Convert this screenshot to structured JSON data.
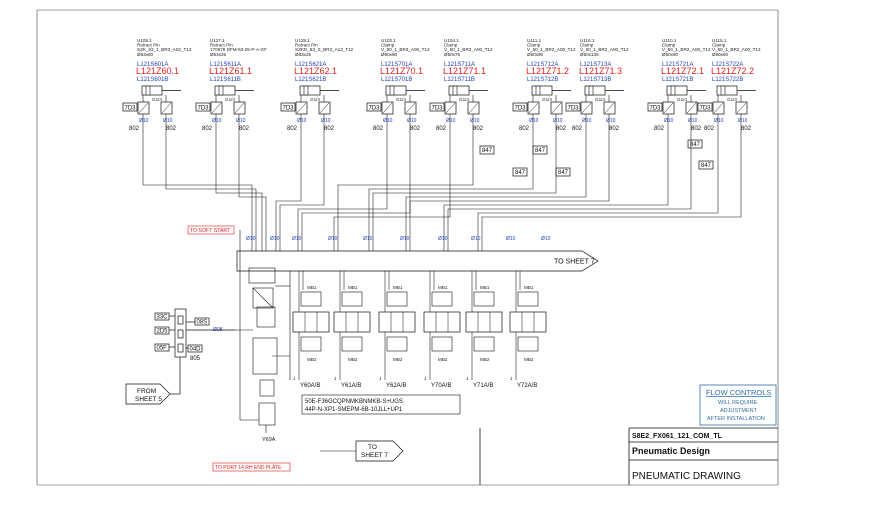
{
  "actuators": [
    {
      "header": [
        "U105.1",
        "Retract Pin",
        "SZK_63_1_BR3_A02_T12",
        "Ø63x60"
      ],
      "sensor_a": "L121S601A",
      "cyl": "L121Z60.1",
      "sensor_b": "L121S601B",
      "valve_l": "7D3",
      "valve_r": "G1/4",
      "dia": "Ø10",
      "size": "802"
    },
    {
      "header": [
        "U127.1",
        "Retract Pin",
        "170878 DFM-63-25-P-A-GF",
        "Ø63x25"
      ],
      "sensor_a": "L121S611A",
      "cyl": "L121Z61.1",
      "sensor_b": "L121S611B",
      "valve_l": "7D3",
      "valve_r": "G1/4",
      "dia": "Ø10",
      "size": "802"
    },
    {
      "header": [
        "U128.1",
        "Retract Pin",
        "SZKD_63_S_BR3_A13_T12",
        "Ø63x25"
      ],
      "sensor_a": "L121S621A",
      "cyl": "L121Z62.1",
      "sensor_b": "L121S621B",
      "valve_l": "7D3",
      "valve_r": "G1/4",
      "dia": "Ø10",
      "size": "802"
    },
    {
      "header": [
        "U103.1",
        "Clamp",
        "V_50_1_BR3_A00_T12",
        "Ø50x90"
      ],
      "sensor_a": "L121S701A",
      "cyl": "L121Z70.1",
      "sensor_b": "L121S701B",
      "valve_l": "7D3",
      "valve_r": "G1/4",
      "dia": "Ø10",
      "size": "802"
    },
    {
      "header": [
        "U104.1",
        "Clamp",
        "V_50_1_BR3_A00_T12",
        "Ø50x75"
      ],
      "sensor_a": "L121S711A",
      "cyl": "L121Z71.1",
      "sensor_b": "L121S711B",
      "valve_l": "7D3",
      "valve_r": "G1/4",
      "dia": "Ø10",
      "size": "802"
    },
    {
      "header": [
        "U111.1",
        "Clamp",
        "V_50_1_BR2_A00_T12",
        "Ø50x90"
      ],
      "sensor_a": "L121S712A",
      "cyl": "L121Z71.2",
      "sensor_b": "L121S712B",
      "valve_l": "7D3",
      "valve_r": "G1/4",
      "dia": "Ø10",
      "size": "802"
    },
    {
      "header": [
        "U116.1",
        "Clamp",
        "V_50_1_BR2_A00_T12",
        "Ø50x135"
      ],
      "sensor_a": "L121S713A",
      "cyl": "L121Z71.3",
      "sensor_b": "L121S713B",
      "valve_l": "7D3",
      "valve_r": "G1/4",
      "dia": "Ø10",
      "size": "802"
    },
    {
      "header": [
        "U110.1",
        "Clamp",
        "V_50_1_BR2_A00_T12",
        "Ø50x90"
      ],
      "sensor_a": "L121S721A",
      "cyl": "L121Z72.1",
      "sensor_b": "L121S721B",
      "valve_l": "7D3",
      "valve_r": "G1/4",
      "dia": "Ø10",
      "size": "802"
    },
    {
      "header": [
        "U115.1",
        "Clamp",
        "V_50_1_BR2_A00_T12",
        "Ø50x60"
      ],
      "sensor_a": "L121S722A",
      "cyl": "L121Z72.2",
      "sensor_b": "L121S722B",
      "valve_l": "7D3",
      "valve_r": "G1/4",
      "dia": "Ø10",
      "size": "802"
    }
  ],
  "junction_label": "847",
  "manifold_dia": "Ø10",
  "valves": [
    {
      "top": "MB1",
      "bottom": "MB2",
      "label": "Y60A/B"
    },
    {
      "top": "MB1",
      "bottom": "MB2",
      "label": "Y61A/B"
    },
    {
      "top": "MB1",
      "bottom": "MB2",
      "label": "Y62A/B"
    },
    {
      "top": "MB1",
      "bottom": "MB2",
      "label": "Y70A/B"
    },
    {
      "top": "MB1",
      "bottom": "MB2",
      "label": "Y71A/B"
    },
    {
      "top": "MB1",
      "bottom": "MB2",
      "label": "Y72A/B"
    }
  ],
  "valve_port_j": "J",
  "to_soft_start": "TO SOFT START",
  "to_sheet_7_right": "TO SHEET 7",
  "to_sheet_7_bottom": "TO SHEET 7",
  "from_sheet_5": "FROM SHEET 5",
  "to_port": "TO PORT 14 RH END PLATE",
  "part_number_lines": [
    "50E-F36GCQPNMKBNMKB-S+UGS",
    "44P-N-XP1-SMEPM-6B-10JLL+UP1"
  ],
  "regulator_label": "Y69A",
  "supply_codes": [
    "33C",
    "2D5",
    "05F"
  ],
  "supply_codes_right": [
    "08S",
    "04D"
  ],
  "supply_size": "805",
  "fitting_dia": "Ø08",
  "flow_controls": {
    "title": "FLOW CONTROLS",
    "lines": [
      "WILL REQUIRE",
      "ADJUSTMENT",
      "AFTER INSTALLATION"
    ]
  },
  "title_block": {
    "drawing_id": "S8E2_FX061_121_COM_TL",
    "design": "Pneumatic Design",
    "drawing": "PNEUMATIC DRAWING"
  },
  "colors": {
    "sensor_blue": "#1f3fb4",
    "cylinder_red": "#e0201c",
    "note_red": "#e0201c",
    "flow_box": "#2f6ea8"
  }
}
